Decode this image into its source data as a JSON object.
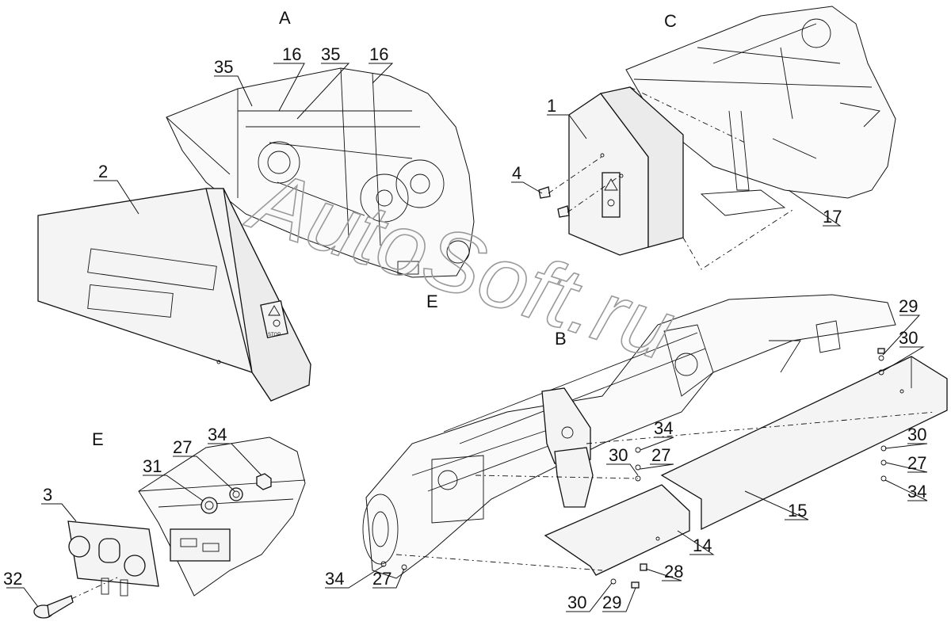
{
  "views": {
    "A": "A",
    "B": "B",
    "C": "C",
    "E_top": "E",
    "E_detail": "E"
  },
  "callouts": {
    "c35a": "35",
    "c16a": "16",
    "c35b": "35",
    "c16b": "16",
    "c2": "2",
    "c1": "1",
    "c4": "4",
    "c17": "17",
    "c29a": "29",
    "c30a": "30",
    "c34a": "34",
    "c27a": "27",
    "c30b": "30",
    "c30c": "30",
    "c27b": "27",
    "c34b": "34",
    "c15": "15",
    "c14": "14",
    "c28": "28",
    "c30d": "30",
    "c29b": "29",
    "c34c": "34",
    "c27c": "27",
    "c27d": "27",
    "c34d": "34",
    "c31": "31",
    "c3": "3",
    "c32": "32"
  },
  "sticker_text": "STOP",
  "watermark": "AutoSoft.ru"
}
